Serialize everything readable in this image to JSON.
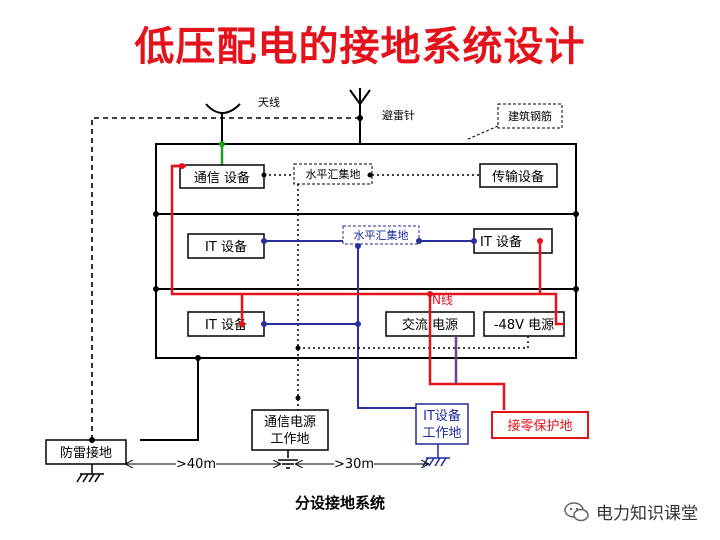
{
  "title": "低压配电的接地系统设计",
  "caption": "分设接地系统",
  "watermark": "电力知识课堂",
  "labels": {
    "antenna": "天线",
    "lightning_rod": "避雷针",
    "rebar": "建筑钢筋",
    "comm_equipment": "通信  设备",
    "horizontal_bus_top": "水平汇集地",
    "transmission_equipment": "传输设备",
    "it_equipment_mid_left": "IT 设备",
    "horizontal_bus_mid": "水平汇集地",
    "it_equipment_mid_right": "IT 设备",
    "n_line": "N线",
    "it_equipment_bottom_left": "IT 设备",
    "ac_power": "交流  电源",
    "dc_power": "-48V 电源",
    "lightning_ground": "防雷接地",
    "comm_power_ground_line1": "通信电源",
    "comm_power_ground_line2": "工作地",
    "it_equipment_ground_line1": "IT设备",
    "it_equipment_ground_line2": "工作地",
    "neutral_protection_ground": "接零保护地",
    "dist_40m": ">40m",
    "dist_30m": ">30m"
  },
  "colors": {
    "title": "#e3121b",
    "red_line": "#e3121b",
    "blue_line": "#2b2f9e",
    "purple_line": "#7a3a8c",
    "green_line": "#1aa31a"
  }
}
